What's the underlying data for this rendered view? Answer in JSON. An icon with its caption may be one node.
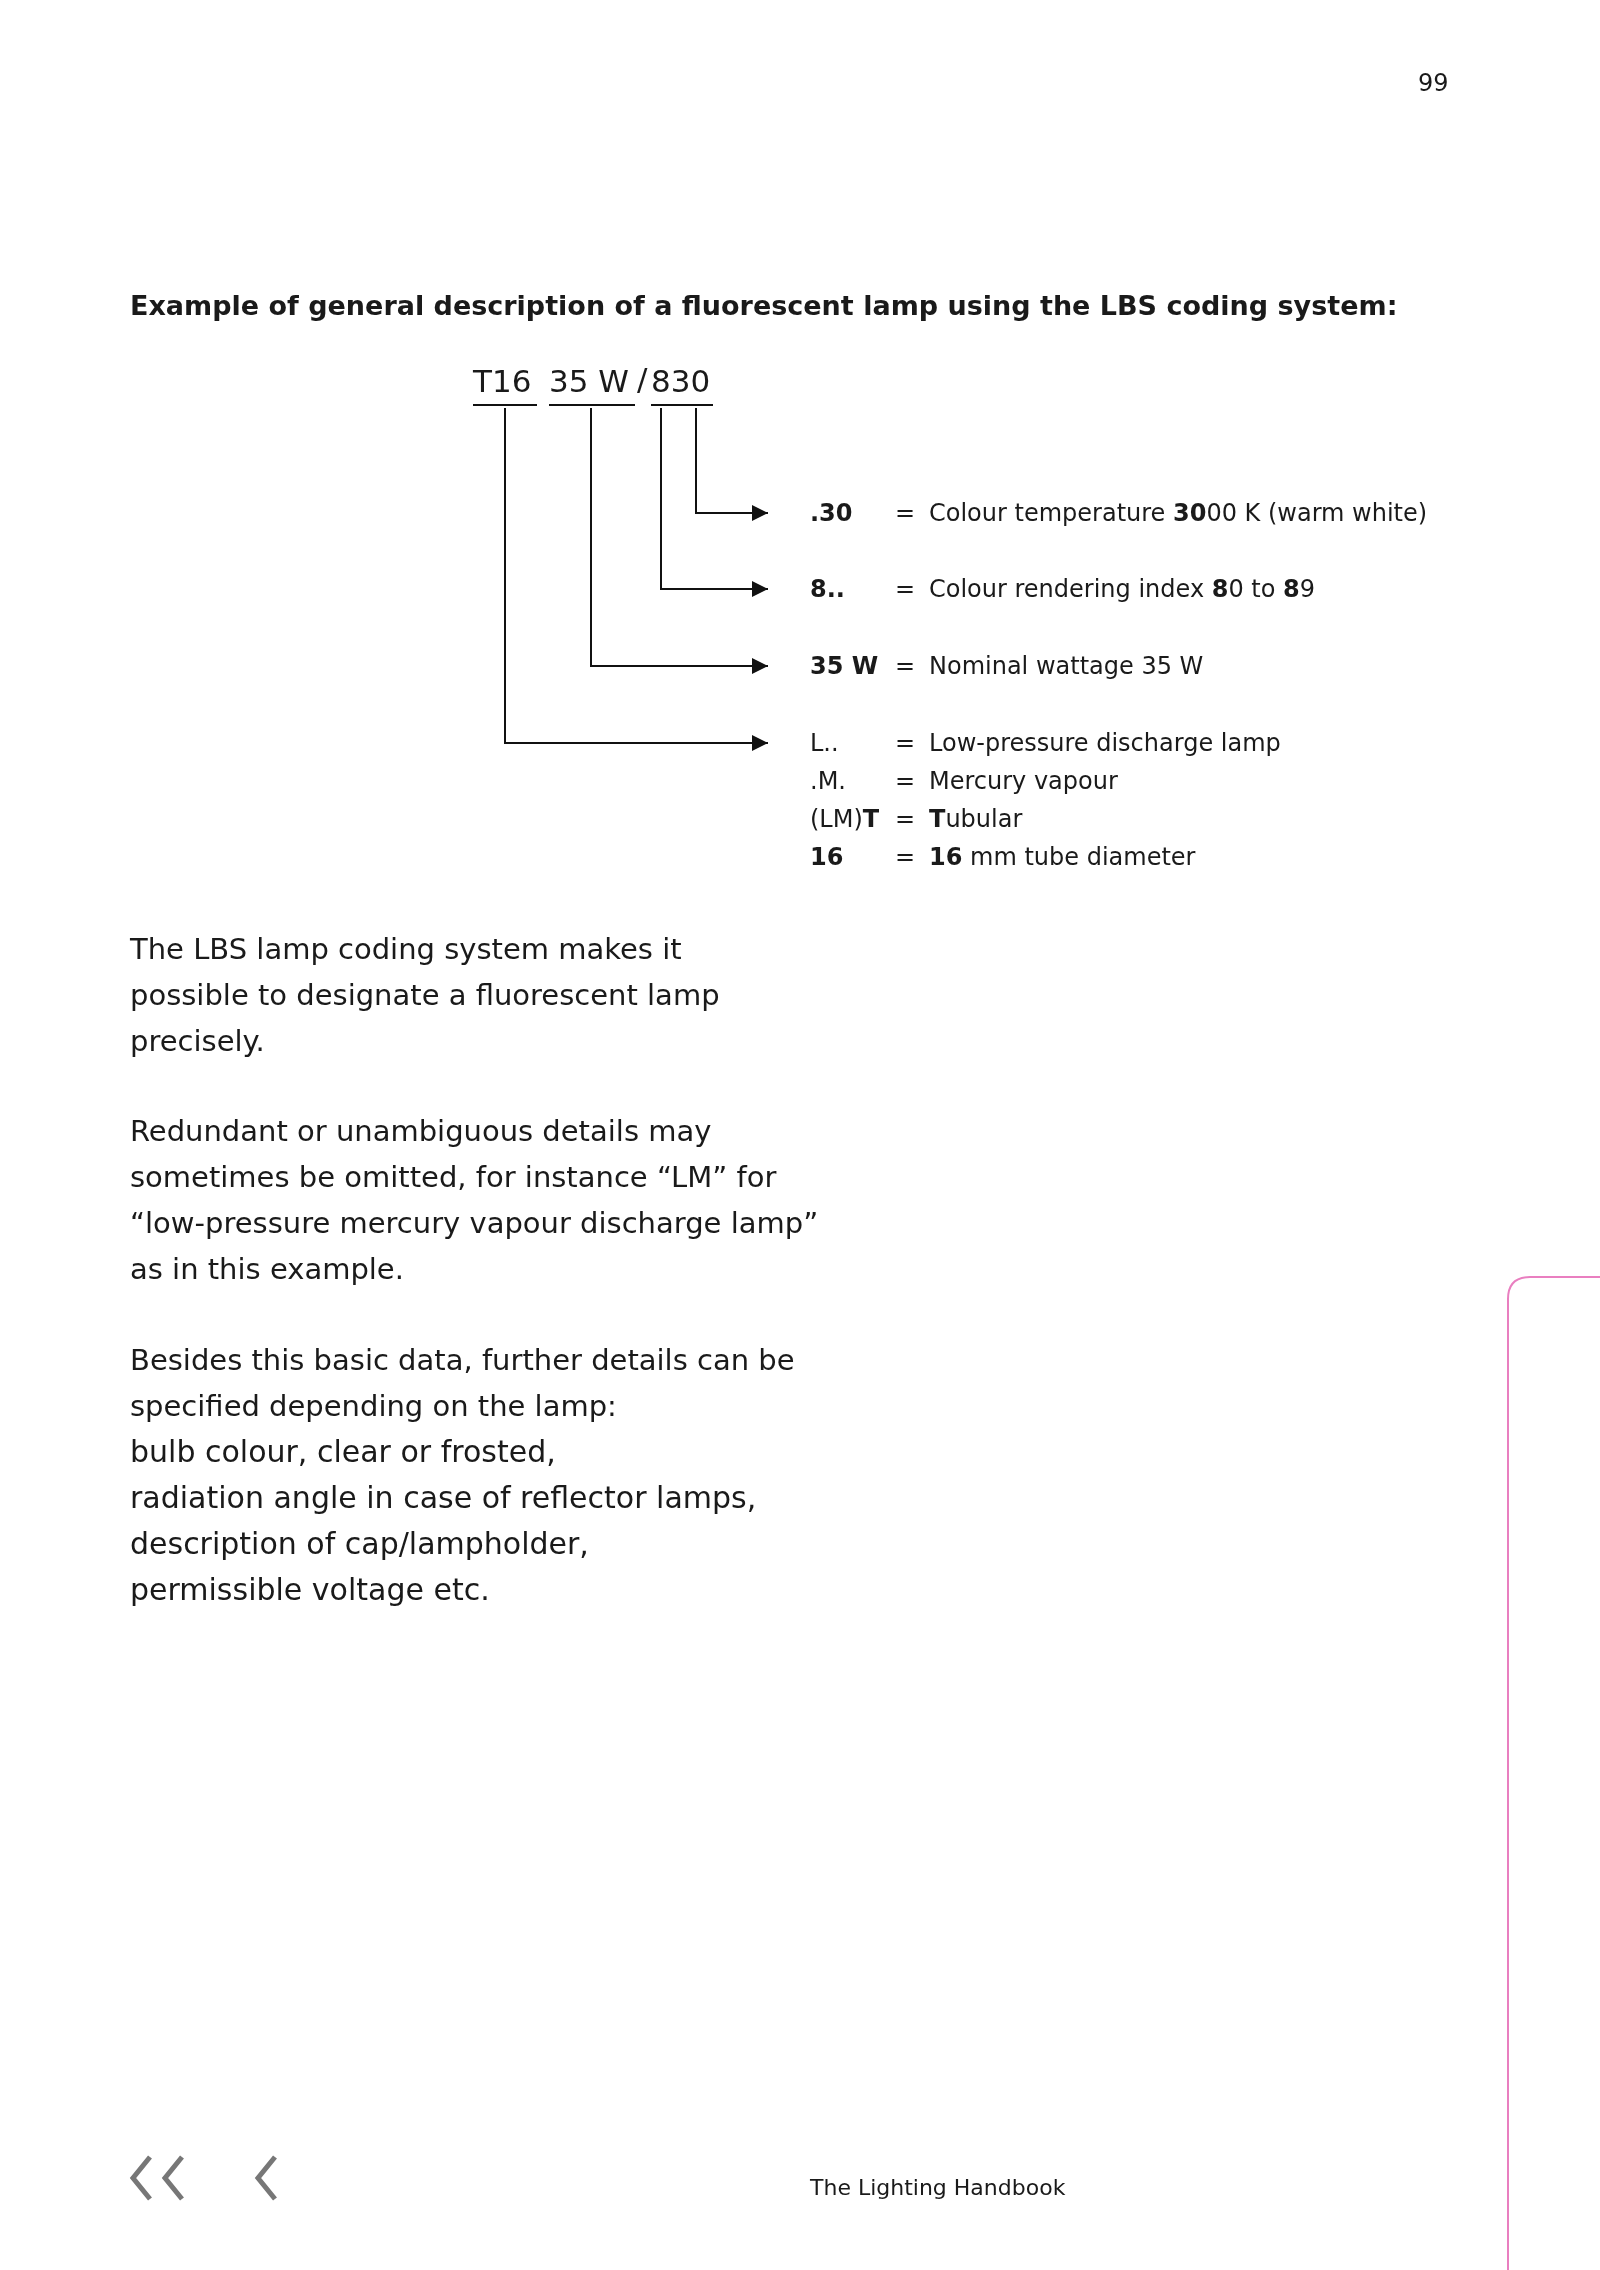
{
  "diagram": {
    "title": "Example of general description of a fluorescent lamp using the LBS coding system:",
    "nodes": [
      {
        "text": [
          "T16"
        ]
      },
      {
        "text": [
          "35 W"
        ]
      },
      {
        "text": [
          "830"
        ]
      },
      {
        "text": [
          ".30",
          "=",
          "Colour temperature **30**00 K (warm white)"
        ]
      },
      {
        "text": [
          "8..",
          "=",
          "Colour rendering index **8**0 to **8**9"
        ]
      },
      {
        "text": [
          "35 W",
          "=",
          "Nominal wattage 35 W"
        ]
      },
      {
        "text": [
          "L..",
          "=",
          "Low-pressure discharge lamp"
        ]
      }
    ],
    "edges": [
      {
        "from": 2,
        "to": 3,
        "arrow": "to"
      },
      {
        "from": 2,
        "to": 4,
        "arrow": "to"
      },
      {
        "from": 1,
        "to": 5,
        "arrow": "to"
      },
      {
        "from": 0,
        "to": 6,
        "arrow": "to"
      }
    ],
    "labels": [
      "99",
      "/",
      ".M.",
      "=",
      "Mercury vapour",
      "(LM)**T**",
      "=",
      "**T**ubular",
      "16",
      "=",
      "**16** mm tube diameter",
      "The LBS lamp coding system makes it possible to designate a fluorescent lamp precisely.",
      "Redundant or unambiguous details may sometimes be omitted, for instance “LM” for “low-pressure mercury vapour discharge lamp” as in this example.",
      "Besides this basic data, further details can be specified depending on the lamp:",
      "bulb colour, clear or frosted,",
      "radiation angle in case of reflector lamps,",
      "description of cap/lampholder,",
      "permissible voltage etc.",
      "The Lighting Handbook"
    ]
  }
}
